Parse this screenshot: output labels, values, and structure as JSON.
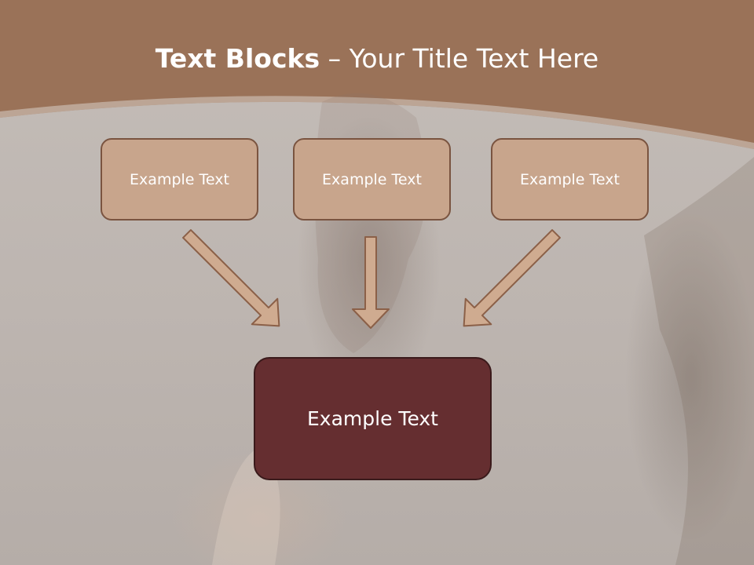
{
  "title": {
    "bold": "Text Blocks",
    "separator": " – ",
    "regular": "Your Title Text Here"
  },
  "boxes": [
    {
      "label": "Example Text"
    },
    {
      "label": "Example Text"
    },
    {
      "label": "Example Text"
    }
  ],
  "main_box": {
    "label": "Example Text"
  },
  "colors": {
    "header_band": "#9a7258",
    "box_fill": "#c8a58c",
    "box_border": "#7a5440",
    "main_fill": "#652e30",
    "arrow_fill": "#cfab90",
    "arrow_stroke": "#8b6048"
  }
}
